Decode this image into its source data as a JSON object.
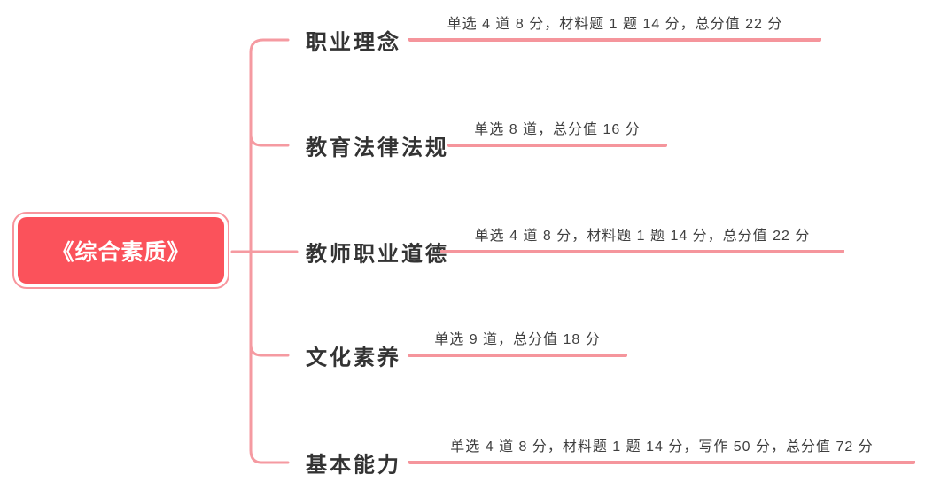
{
  "root": {
    "label": "《综合素质》"
  },
  "branches": [
    {
      "label": "职业理念",
      "detail": "单选 4 道 8 分，材料题 1 题 14 分，总分值 22 分"
    },
    {
      "label": "教育法律法规",
      "detail": "单选 8 道，总分值 16 分"
    },
    {
      "label": "教师职业道德",
      "detail": "单选 4 道 8 分，材料题 1 题 14 分，总分值 22 分"
    },
    {
      "label": "文化素养",
      "detail": "单选 9 道，总分值 18 分"
    },
    {
      "label": "基本能力",
      "detail": "单选 4 道 8 分，材料题 1 题 14 分，写作 50 分，总分值 72 分"
    }
  ],
  "colors": {
    "root_fill": "#fb525b",
    "root_ring": "#f8959d",
    "connector_line": "#f59aa1",
    "underline": "#f5959c",
    "topic_text": "#333333",
    "detail_text": "#3f3f3f",
    "root_text": "#ffffff"
  }
}
